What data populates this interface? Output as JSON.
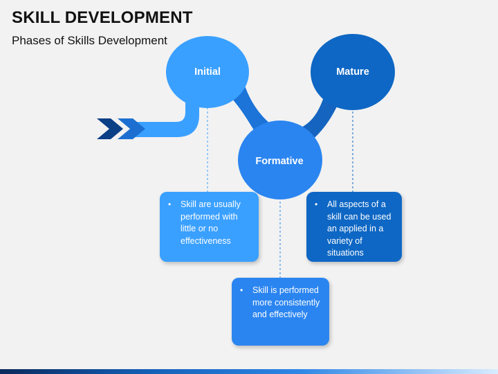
{
  "slide": {
    "title": "SKILL DEVELOPMENT",
    "subtitle": "Phases of Skills Development"
  },
  "phases": {
    "initial": {
      "label": "Initial",
      "description": "Skill are usually performed with little or no effectiveness",
      "color": "#3aa0ff"
    },
    "formative": {
      "label": "Formative",
      "description": "Skill is performed more consistently and effectively",
      "color": "#2b85f0"
    },
    "mature": {
      "label": "Mature",
      "description": "All aspects of a skill can be used an applied in a variety of situations",
      "color": "#0e67c4"
    }
  },
  "bullet_glyph": "•",
  "colors": {
    "arrow_dark": "#0b3f86",
    "arrow_mid": "#1c6fd0",
    "connector_light": "#3aa0ff",
    "connector_dark": "#0e67c4",
    "background": "#f2f2f2"
  }
}
